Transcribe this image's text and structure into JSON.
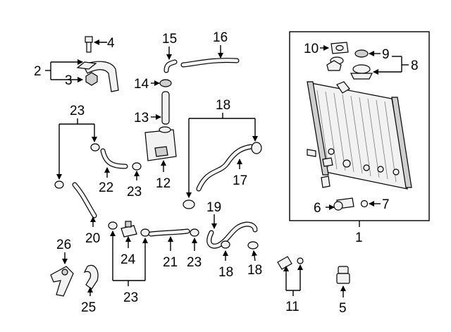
{
  "callouts": [
    {
      "id": "c1",
      "text": "1"
    },
    {
      "id": "c2",
      "text": "2"
    },
    {
      "id": "c3",
      "text": "3"
    },
    {
      "id": "c4",
      "text": "4"
    },
    {
      "id": "c5",
      "text": "5"
    },
    {
      "id": "c6",
      "text": "6"
    },
    {
      "id": "c7",
      "text": "7"
    },
    {
      "id": "c8",
      "text": "8"
    },
    {
      "id": "c9",
      "text": "9"
    },
    {
      "id": "c10",
      "text": "10"
    },
    {
      "id": "c11",
      "text": "11"
    },
    {
      "id": "c12",
      "text": "12"
    },
    {
      "id": "c13",
      "text": "13"
    },
    {
      "id": "c14",
      "text": "14"
    },
    {
      "id": "c15",
      "text": "15"
    },
    {
      "id": "c16",
      "text": "16"
    },
    {
      "id": "c17",
      "text": "17"
    },
    {
      "id": "c18a",
      "text": "18"
    },
    {
      "id": "c18b",
      "text": "18"
    },
    {
      "id": "c18c",
      "text": "18"
    },
    {
      "id": "c19",
      "text": "19"
    },
    {
      "id": "c20",
      "text": "20"
    },
    {
      "id": "c21",
      "text": "21"
    },
    {
      "id": "c22",
      "text": "22"
    },
    {
      "id": "c23a",
      "text": "23"
    },
    {
      "id": "c23b",
      "text": "23"
    },
    {
      "id": "c23c",
      "text": "23"
    },
    {
      "id": "c23d",
      "text": "23"
    },
    {
      "id": "c24",
      "text": "24"
    },
    {
      "id": "c25",
      "text": "25"
    },
    {
      "id": "c26",
      "text": "26"
    }
  ]
}
